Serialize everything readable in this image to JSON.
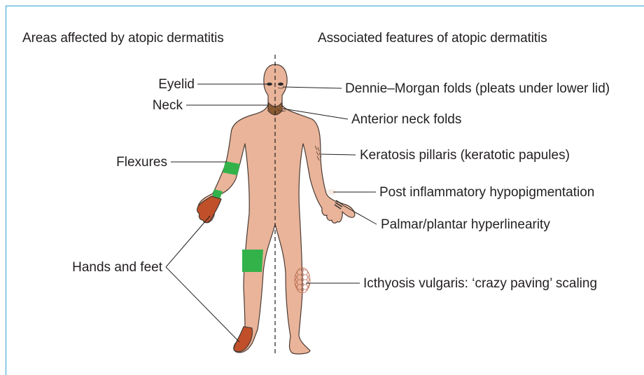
{
  "headers": {
    "left": "Areas affected by atopic dermatitis",
    "right": "Associated features of atopic dermatitis"
  },
  "left_labels": {
    "eyelid": "Eyelid",
    "neck": "Neck",
    "flexures": "Flexures",
    "hands_feet": "Hands and feet"
  },
  "right_labels": {
    "dennie_morgan": "Dennie–Morgan folds (pleats under lower lid)",
    "neck_folds": "Anterior neck folds",
    "keratosis": "Keratosis pillaris (keratotic papules)",
    "hypopigmentation": "Post inflammatory hypopigmentation",
    "hyperlinearity": "Palmar/plantar hyperlinearity",
    "icthyosis": "Icthyosis vulgaris: ‘crazy paving’ scaling"
  },
  "colors": {
    "frame": "#2aa3d6",
    "skin": "#e9b49a",
    "skin_outline": "#4a3b34",
    "affected_green": "#33b24a",
    "affected_brown": "#c0502a",
    "neck_brown": "#8a5a32",
    "text": "#231f20"
  }
}
